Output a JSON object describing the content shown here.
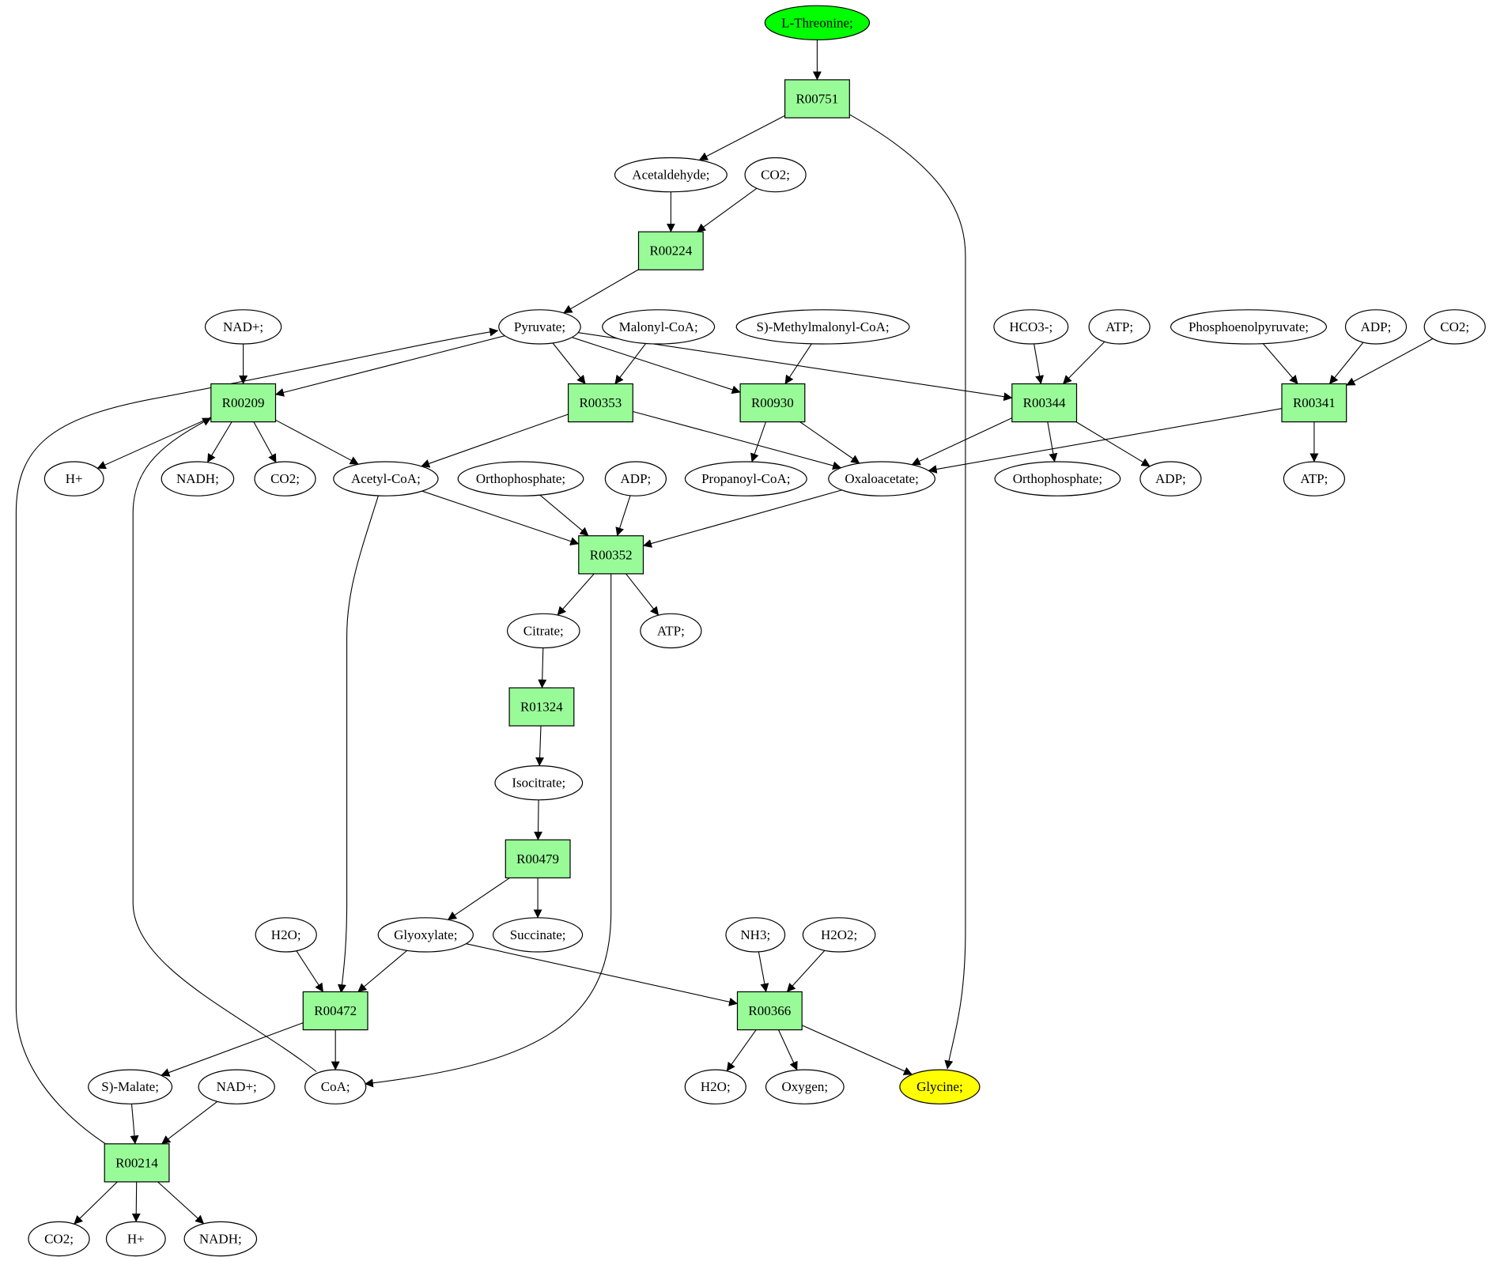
{
  "nodes": {
    "thr": {
      "label": "L-Threonine;",
      "kind": "compound",
      "role": "start"
    },
    "r751": {
      "label": "R00751",
      "kind": "reaction"
    },
    "acald": {
      "label": "Acetaldehyde;",
      "kind": "compound"
    },
    "co2a": {
      "label": "CO2;",
      "kind": "compound"
    },
    "r224": {
      "label": "R00224",
      "kind": "reaction"
    },
    "nad1": {
      "label": "NAD+;",
      "kind": "compound"
    },
    "pyr": {
      "label": "Pyruvate;",
      "kind": "compound"
    },
    "malcoa": {
      "label": "Malonyl-CoA;",
      "kind": "compound"
    },
    "smmcoa": {
      "label": "S)-Methylmalonyl-CoA;",
      "kind": "compound"
    },
    "hco3": {
      "label": "HCO3-;",
      "kind": "compound"
    },
    "atp1": {
      "label": "ATP;",
      "kind": "compound"
    },
    "pep": {
      "label": "Phosphoenolpyruvate;",
      "kind": "compound"
    },
    "adp1": {
      "label": "ADP;",
      "kind": "compound"
    },
    "co2b": {
      "label": "CO2;",
      "kind": "compound"
    },
    "r209": {
      "label": "R00209",
      "kind": "reaction"
    },
    "r353": {
      "label": "R00353",
      "kind": "reaction"
    },
    "r930": {
      "label": "R00930",
      "kind": "reaction"
    },
    "r344": {
      "label": "R00344",
      "kind": "reaction"
    },
    "r341": {
      "label": "R00341",
      "kind": "reaction"
    },
    "hplus1": {
      "label": "H+",
      "kind": "compound"
    },
    "nadh1": {
      "label": "NADH;",
      "kind": "compound"
    },
    "co2c": {
      "label": "CO2;",
      "kind": "compound"
    },
    "accoa": {
      "label": "Acetyl-CoA;",
      "kind": "compound"
    },
    "pi1": {
      "label": "Orthophosphate;",
      "kind": "compound"
    },
    "adp2": {
      "label": "ADP;",
      "kind": "compound"
    },
    "propcoa": {
      "label": "Propanoyl-CoA;",
      "kind": "compound"
    },
    "oaa": {
      "label": "Oxaloacetate;",
      "kind": "compound"
    },
    "pi2": {
      "label": "Orthophosphate;",
      "kind": "compound"
    },
    "adp3": {
      "label": "ADP;",
      "kind": "compound"
    },
    "atp2": {
      "label": "ATP;",
      "kind": "compound"
    },
    "r352": {
      "label": "R00352",
      "kind": "reaction"
    },
    "cit": {
      "label": "Citrate;",
      "kind": "compound"
    },
    "atp3": {
      "label": "ATP;",
      "kind": "compound"
    },
    "r1324": {
      "label": "R01324",
      "kind": "reaction"
    },
    "icit": {
      "label": "Isocitrate;",
      "kind": "compound"
    },
    "r479": {
      "label": "R00479",
      "kind": "reaction"
    },
    "h2o1": {
      "label": "H2O;",
      "kind": "compound"
    },
    "glx": {
      "label": "Glyoxylate;",
      "kind": "compound"
    },
    "succ": {
      "label": "Succinate;",
      "kind": "compound"
    },
    "nh3": {
      "label": "NH3;",
      "kind": "compound"
    },
    "h2o2": {
      "label": "H2O2;",
      "kind": "compound"
    },
    "r472": {
      "label": "R00472",
      "kind": "reaction"
    },
    "r366": {
      "label": "R00366",
      "kind": "reaction"
    },
    "mal": {
      "label": "S)-Malate;",
      "kind": "compound"
    },
    "nad2": {
      "label": "NAD+;",
      "kind": "compound"
    },
    "coa": {
      "label": "CoA;",
      "kind": "compound"
    },
    "h2o3": {
      "label": "H2O;",
      "kind": "compound"
    },
    "oxy": {
      "label": "Oxygen;",
      "kind": "compound"
    },
    "gly": {
      "label": "Glycine;",
      "kind": "compound",
      "role": "end"
    },
    "r214": {
      "label": "R00214",
      "kind": "reaction"
    },
    "co2d": {
      "label": "CO2;",
      "kind": "compound"
    },
    "hplus2": {
      "label": "H+",
      "kind": "compound"
    },
    "nadh2": {
      "label": "NADH;",
      "kind": "compound"
    }
  },
  "edges": [
    [
      "thr",
      "r751"
    ],
    [
      "r751",
      "acald"
    ],
    [
      "r751",
      "gly"
    ],
    [
      "acald",
      "r224"
    ],
    [
      "co2a",
      "r224"
    ],
    [
      "r224",
      "pyr"
    ],
    [
      "nad1",
      "r209"
    ],
    [
      "pyr",
      "r209"
    ],
    [
      "pyr",
      "r353"
    ],
    [
      "malcoa",
      "r353"
    ],
    [
      "pyr",
      "r930"
    ],
    [
      "smmcoa",
      "r930"
    ],
    [
      "pyr",
      "r344"
    ],
    [
      "hco3",
      "r344"
    ],
    [
      "atp1",
      "r344"
    ],
    [
      "pep",
      "r341"
    ],
    [
      "adp1",
      "r341"
    ],
    [
      "co2b",
      "r341"
    ],
    [
      "r209",
      "hplus1"
    ],
    [
      "r209",
      "nadh1"
    ],
    [
      "r209",
      "co2c"
    ],
    [
      "r209",
      "accoa"
    ],
    [
      "r353",
      "accoa"
    ],
    [
      "r353",
      "oaa"
    ],
    [
      "r930",
      "propcoa"
    ],
    [
      "r930",
      "oaa"
    ],
    [
      "r344",
      "oaa"
    ],
    [
      "r344",
      "pi2"
    ],
    [
      "r344",
      "adp3"
    ],
    [
      "r341",
      "oaa"
    ],
    [
      "r341",
      "atp2"
    ],
    [
      "accoa",
      "r352"
    ],
    [
      "pi1",
      "r352"
    ],
    [
      "adp2",
      "r352"
    ],
    [
      "oaa",
      "r352"
    ],
    [
      "r352",
      "cit"
    ],
    [
      "r352",
      "atp3"
    ],
    [
      "r352",
      "coa"
    ],
    [
      "cit",
      "r1324"
    ],
    [
      "r1324",
      "icit"
    ],
    [
      "icit",
      "r479"
    ],
    [
      "r479",
      "glx"
    ],
    [
      "r479",
      "succ"
    ],
    [
      "h2o1",
      "r472"
    ],
    [
      "glx",
      "r472"
    ],
    [
      "accoa",
      "r472"
    ],
    [
      "glx",
      "r366"
    ],
    [
      "nh3",
      "r366"
    ],
    [
      "h2o2",
      "r366"
    ],
    [
      "r472",
      "mal"
    ],
    [
      "r472",
      "coa"
    ],
    [
      "coa",
      "r209"
    ],
    [
      "r366",
      "h2o3"
    ],
    [
      "r366",
      "oxy"
    ],
    [
      "r366",
      "gly"
    ],
    [
      "mal",
      "r214"
    ],
    [
      "nad2",
      "r214"
    ],
    [
      "r214",
      "pyr"
    ],
    [
      "r214",
      "co2d"
    ],
    [
      "r214",
      "hplus2"
    ],
    [
      "r214",
      "nadh2"
    ]
  ],
  "colors": {
    "start_compound": "#00ff00",
    "end_compound": "#ffff00",
    "reaction": "#98fb98",
    "compound": "#ffffff"
  }
}
